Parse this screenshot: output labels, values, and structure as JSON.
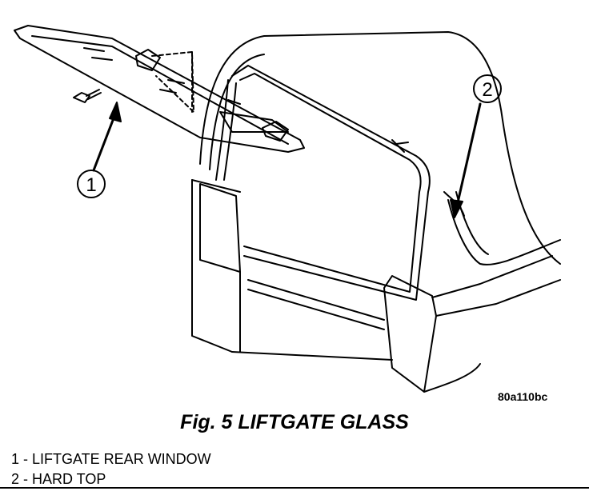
{
  "figure": {
    "caption": "Fig. 5 LIFTGATE GLASS",
    "code": "80a110bc"
  },
  "callouts": [
    {
      "number": "1",
      "label": "LIFTGATE REAR WINDOW"
    },
    {
      "number": "2",
      "label": "HARD TOP"
    }
  ],
  "legend": [
    {
      "text": "1 - LIFTGATE REAR WINDOW"
    },
    {
      "text": "2 - HARD TOP"
    }
  ],
  "colors": {
    "line": "#000000",
    "background": "#ffffff"
  }
}
